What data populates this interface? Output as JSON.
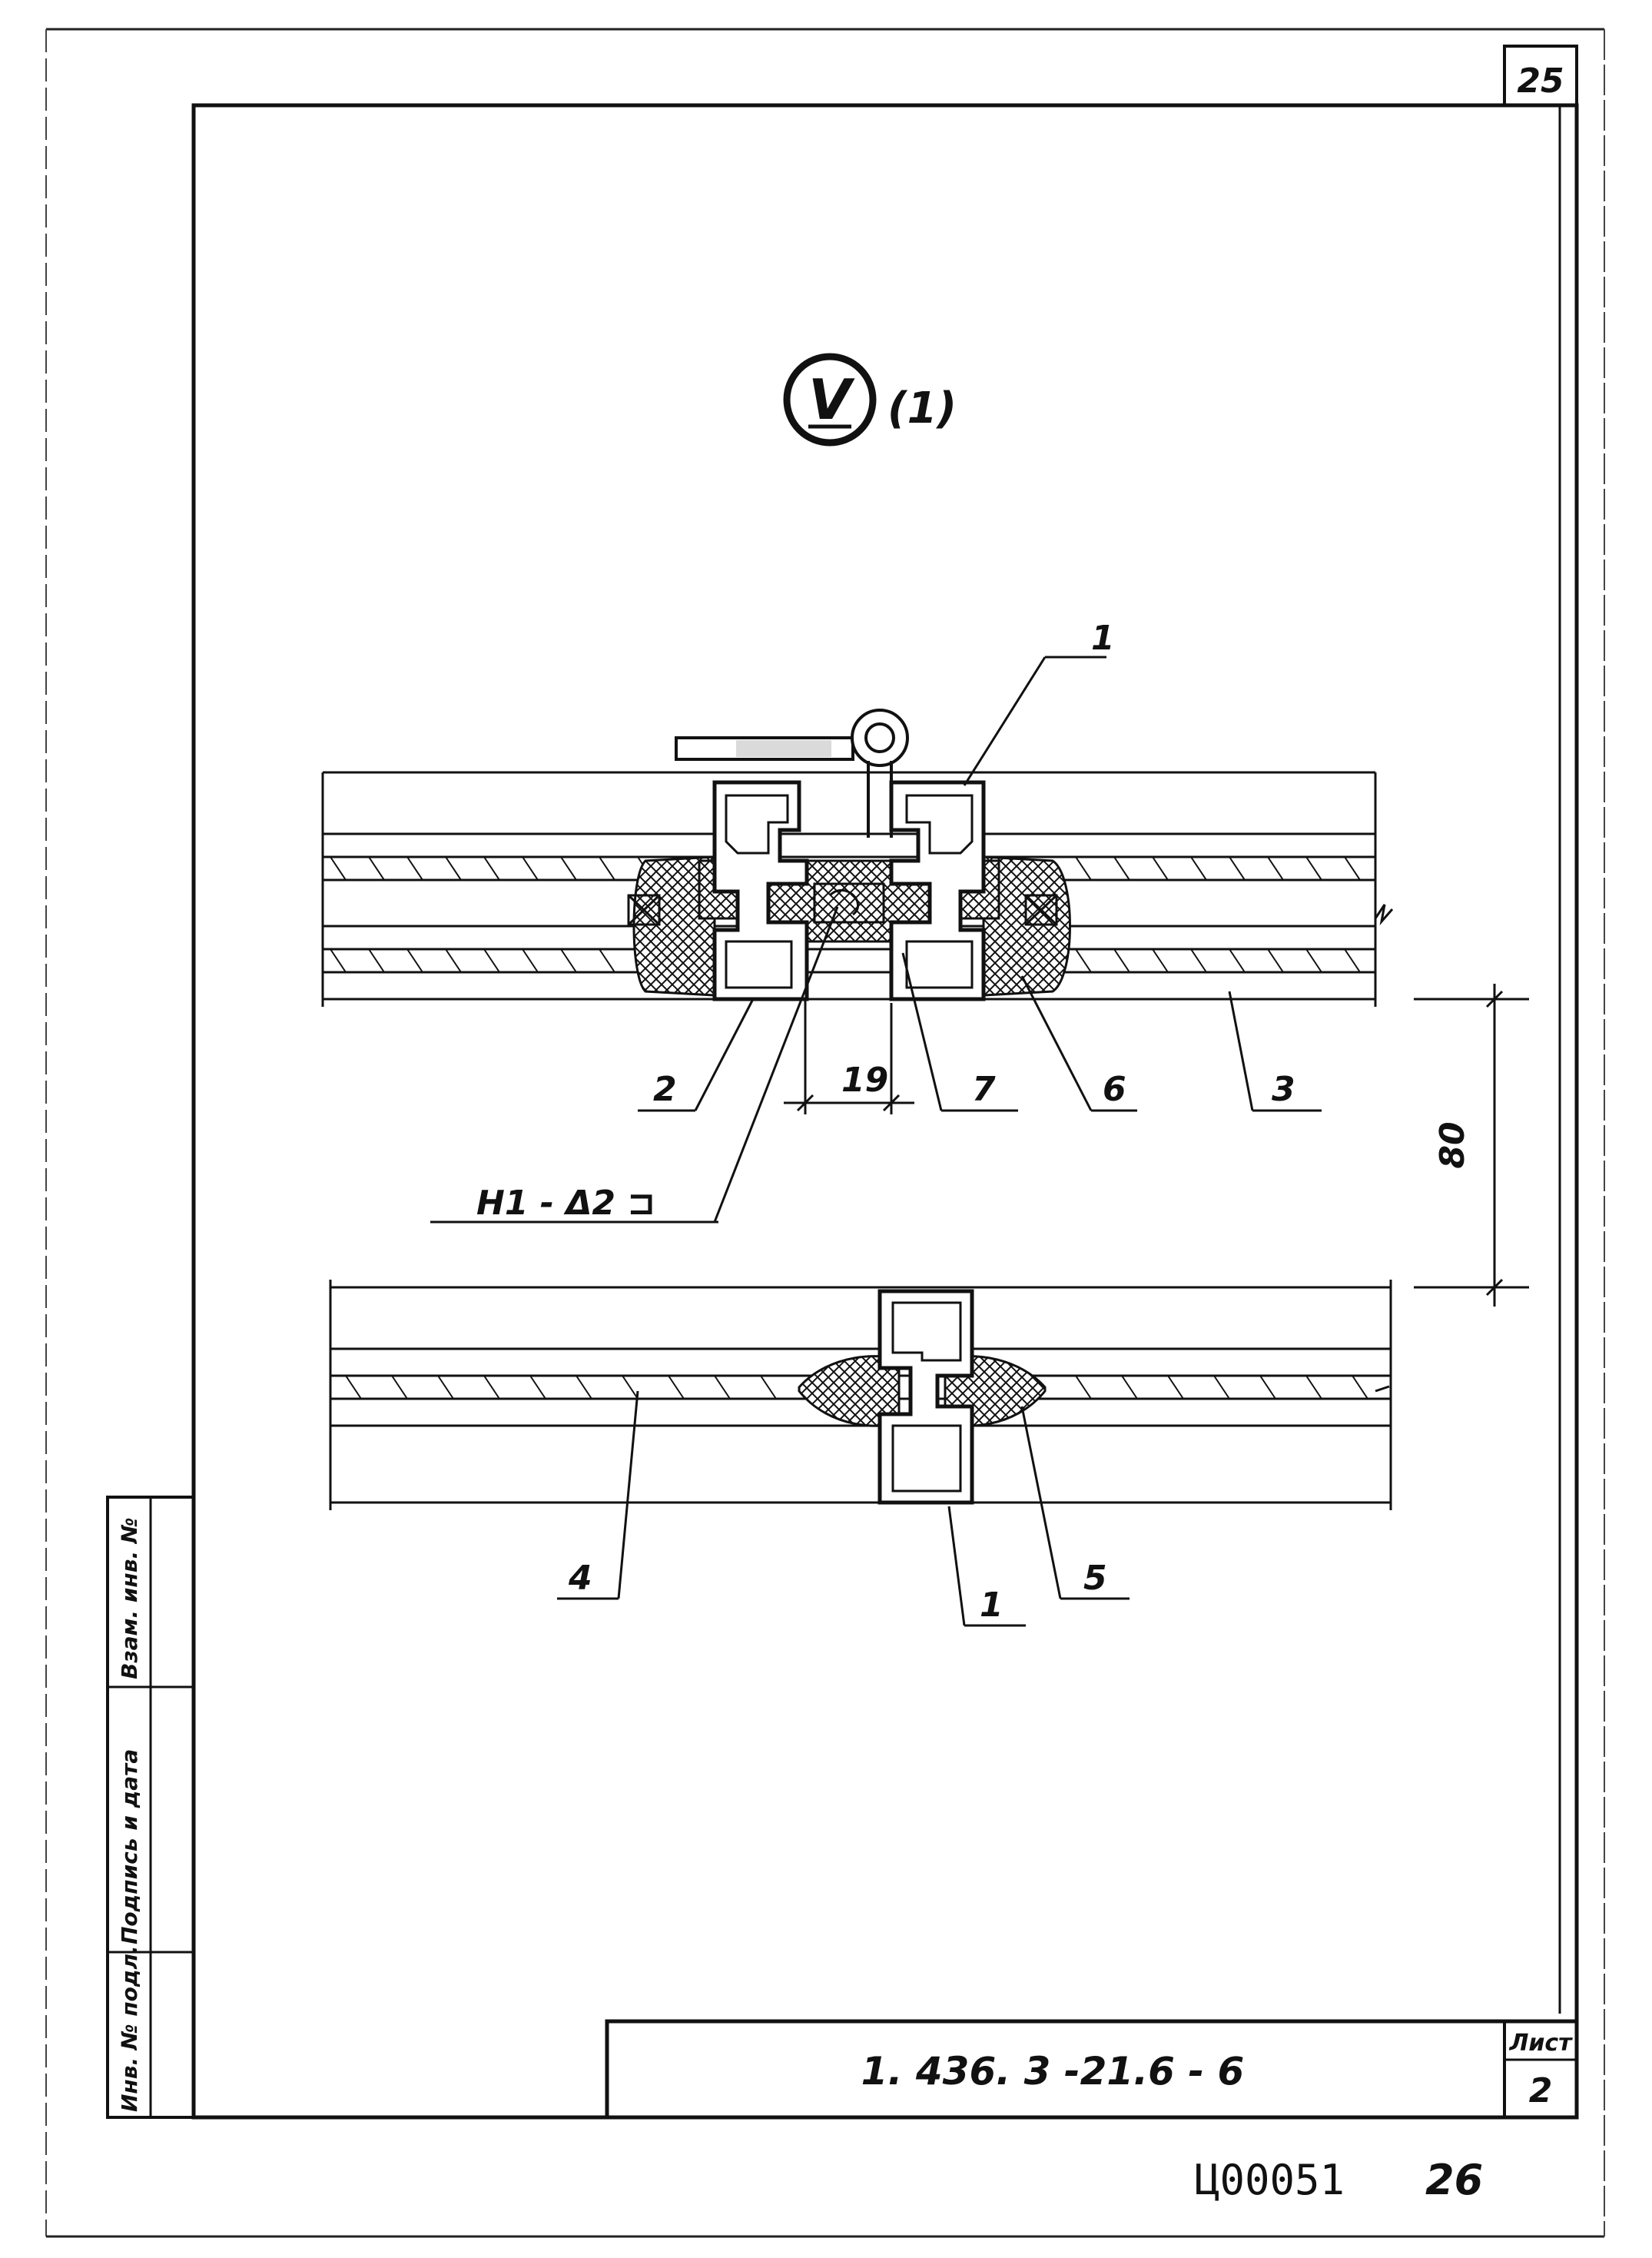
{
  "sheet": {
    "corner_page_number": "25",
    "view_mark": "V",
    "view_ref": "(1)",
    "designation": "1. 436. 3 -21.6 - 6",
    "list_label": "Лист",
    "list_number": "2",
    "archive_code": "Ц00051",
    "archive_page": "26"
  },
  "side_stamp": {
    "col1": "Инв. № подл.",
    "col2": "Подпись и дата",
    "col3": "Взам. инв. №"
  },
  "drawing": {
    "callouts": {
      "top_profile": "1",
      "left_profile": "2",
      "panel_3": "3",
      "seal_6": "6",
      "seal_7": "7",
      "panel_4": "4",
      "bottom_profile": "1",
      "seal_5": "5"
    },
    "dimensions": {
      "gap": "19",
      "spacing": "80"
    },
    "note": "H1 - Δ2 ⊐"
  }
}
